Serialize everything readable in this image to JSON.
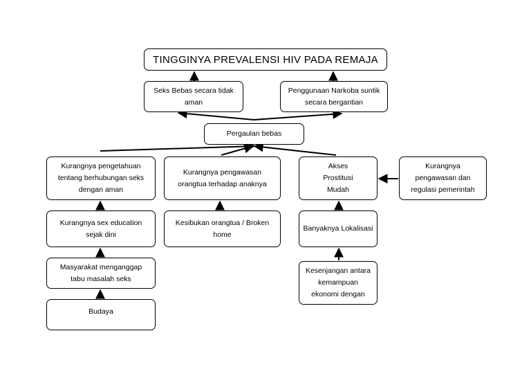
{
  "title": "TINGGINYA PREVALENSI HIV PADA REMAJA",
  "nodes": {
    "seks_bebas": "Seks Bebas secara tidak aman",
    "narkoba": "Penggunaan Narkoba suntik secara bergantian",
    "pergaulan_bebas": "Pergaulan bebas",
    "kurang_pengetahuan": "Kurangnya pengetahuan tentang berhubungan seks dengan aman",
    "kurang_pengawasan": "Kurangnya pengawasan orangtua terhadap anaknya",
    "akses_prostitusi": "Akses Prostitusi Mudah",
    "kurang_regulasi": "Kurangnya pengawasan dan regulasi pemerintah",
    "sex_education": "Kurangnya sex education sejak dini",
    "kesibukan": "Kesibukan orangtua / Broken home",
    "lokalisasi": "Banyaknya Lokalisasi",
    "masyarakat_tabu": "Masyarakat menganggap tabu masalah seks",
    "kesenjangan": "Kesenjangan antara kemampuan ekonomi dengan",
    "budaya": "Budaya"
  }
}
